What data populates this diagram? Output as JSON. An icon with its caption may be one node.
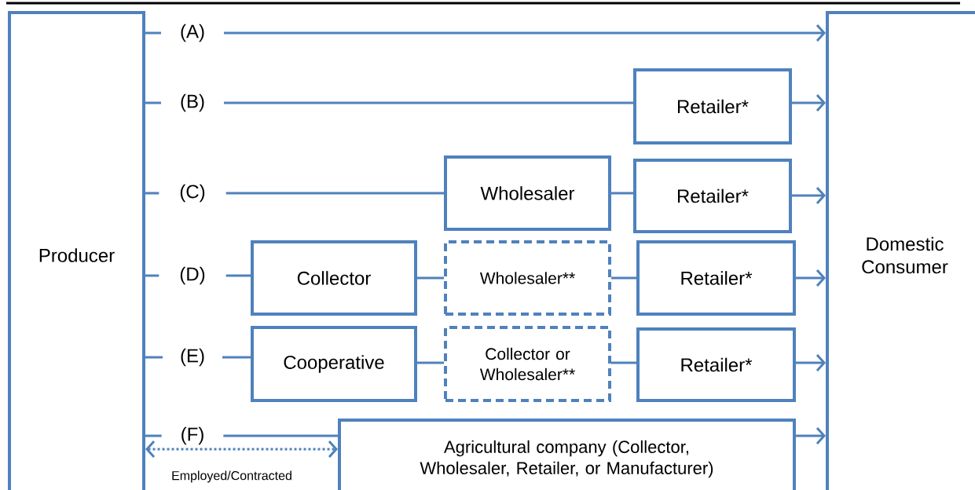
{
  "diagram": {
    "nodes": [
      {
        "text": [
          "Producer"
        ]
      },
      {
        "text": [
          "Domestic Consumer"
        ]
      },
      {
        "text": [
          "Retailer*"
        ]
      },
      {
        "text": [
          "Wholesaler"
        ]
      },
      {
        "text": [
          "Retailer*"
        ]
      },
      {
        "text": [
          "Collector"
        ]
      },
      {
        "text": [
          "Wholesaler**"
        ]
      },
      {
        "text": [
          "Retailer*"
        ]
      },
      {
        "text": [
          "Cooperative"
        ]
      },
      {
        "text": [
          "Collector or Wholesaler**"
        ]
      },
      {
        "text": [
          "Retailer*"
        ]
      },
      {
        "text": [
          "Agricultural company (Collector, Wholesaler, Retailer, or Manufacturer)"
        ]
      }
    ],
    "edges": [
      {
        "from": 0,
        "to": 1,
        "arrow": "to",
        "label": "(A)"
      },
      {
        "from": 0,
        "to": 2,
        "arrow": "none",
        "label": "(B)"
      },
      {
        "from": 2,
        "to": 1,
        "arrow": "to"
      },
      {
        "from": 0,
        "to": 3,
        "arrow": "none",
        "label": "(C)"
      },
      {
        "from": 3,
        "to": 4,
        "arrow": "none"
      },
      {
        "from": 4,
        "to": 1,
        "arrow": "to"
      },
      {
        "from": 0,
        "to": 5,
        "arrow": "none",
        "label": "(D)"
      },
      {
        "from": 5,
        "to": 6,
        "arrow": "none"
      },
      {
        "from": 6,
        "to": 7,
        "arrow": "none"
      },
      {
        "from": 7,
        "to": 1,
        "arrow": "to"
      },
      {
        "from": 0,
        "to": 8,
        "arrow": "none",
        "label": "(E)"
      },
      {
        "from": 8,
        "to": 9,
        "arrow": "none"
      },
      {
        "from": 9,
        "to": 10,
        "arrow": "none"
      },
      {
        "from": 10,
        "to": 1,
        "arrow": "to"
      },
      {
        "from": 0,
        "to": 11,
        "arrow": "none",
        "label": "(F)"
      },
      {
        "from": 11,
        "to": 1,
        "arrow": "to"
      },
      {
        "from": 0,
        "to": 11,
        "arrow": "both",
        "style": "dashed",
        "label": "Employed/Contracted"
      }
    ]
  }
}
